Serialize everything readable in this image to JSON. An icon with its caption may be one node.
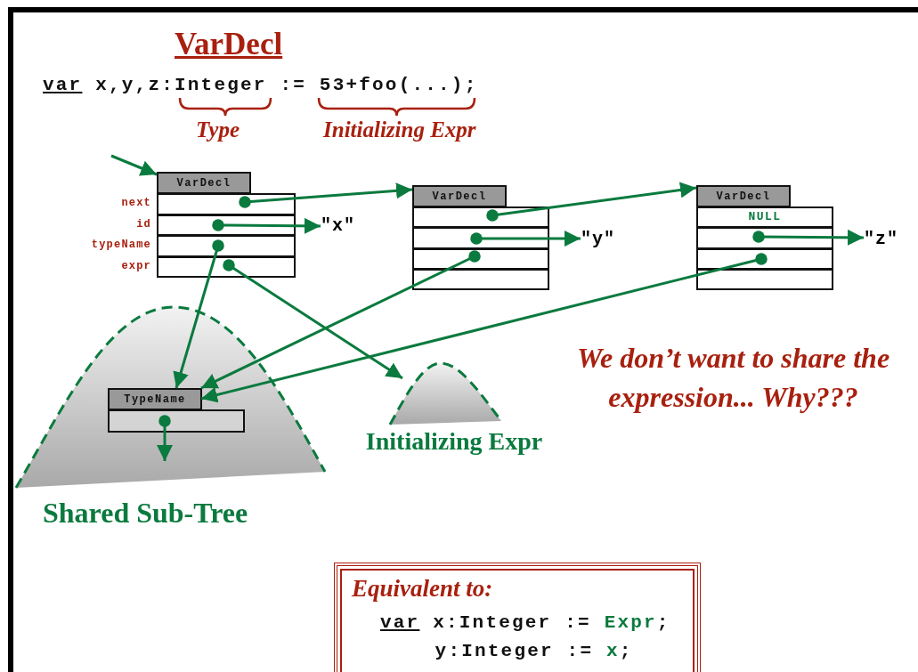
{
  "diagram": {
    "title": "VarDecl",
    "nodes": [
      {
        "text": [
          "VarDecl"
        ],
        "beside": [
          "next",
          "id",
          "typeName",
          "expr"
        ]
      },
      {
        "text": [
          "VarDecl"
        ]
      },
      {
        "text": [
          "VarDecl",
          "NULL"
        ]
      },
      {
        "text": [
          "\"x\""
        ]
      },
      {
        "text": [
          "\"y\""
        ]
      },
      {
        "text": [
          "\"z\""
        ]
      },
      {
        "text": [
          "Shared Sub-Tree"
        ]
      },
      {
        "text": [
          "TypeName"
        ],
        "in": 6
      },
      {
        "text": [
          "Initializing Expr"
        ]
      },
      {
        "text": [
          "Equivalent to:",
          "var x:Integer := *Expr*;",
          "y:Integer := *x*;"
        ]
      }
    ],
    "edges": [
      {
        "from": null,
        "to": 0,
        "arrow": "to"
      },
      {
        "from": 0,
        "to": 1,
        "arrow": "to"
      },
      {
        "from": 0,
        "to": 3,
        "arrow": "to"
      },
      {
        "from": 0,
        "to": 7,
        "arrow": "to"
      },
      {
        "from": 0,
        "to": 8,
        "arrow": "to"
      },
      {
        "from": 1,
        "to": 2,
        "arrow": "to"
      },
      {
        "from": 1,
        "to": 4,
        "arrow": "to"
      },
      {
        "from": 1,
        "to": 7,
        "arrow": "to"
      },
      {
        "from": 2,
        "to": 5,
        "arrow": "to"
      },
      {
        "from": 2,
        "to": 7,
        "arrow": "to"
      },
      {
        "from": 7,
        "to": null,
        "arrow": "to"
      }
    ],
    "labels": [
      "var x,y,z:Integer := 53+foo(...);",
      "Type",
      "Initializing Expr",
      "We don’t want to share the expression... Why???"
    ]
  }
}
